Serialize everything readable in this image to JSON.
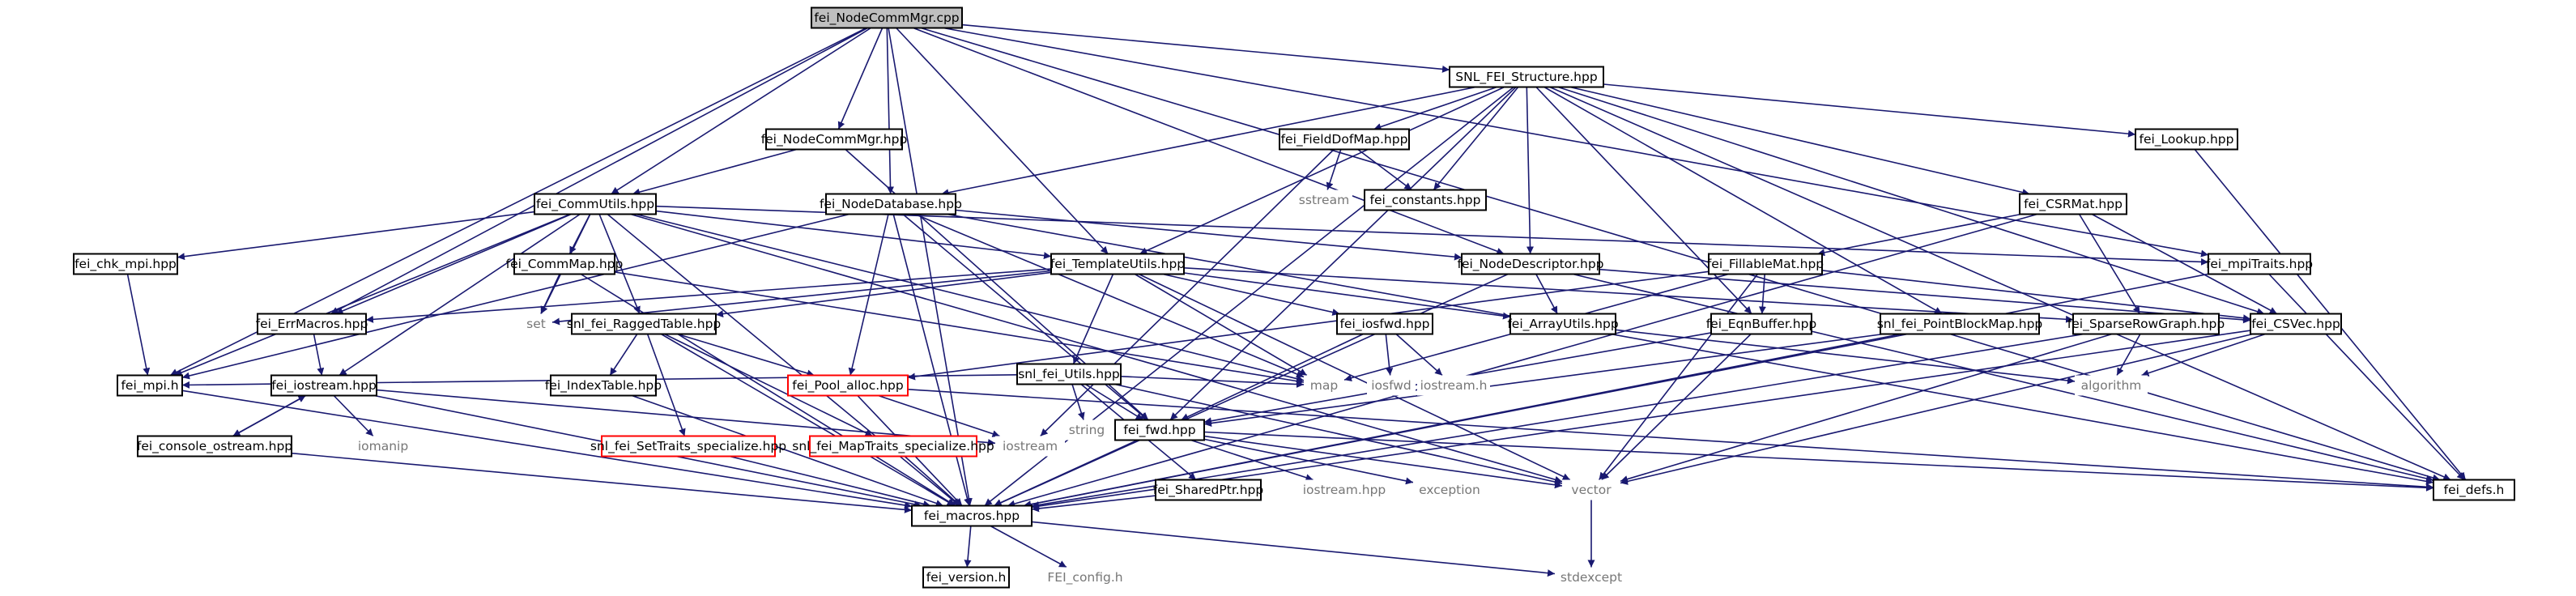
{
  "colors": {
    "edge": "#191970",
    "root_fill": "#bfbfbf",
    "box_stroke": "#000000",
    "red_stroke": "#ff0000",
    "text": "#000000",
    "gray_text": "#777777"
  },
  "nodes": {
    "nodecommmgr_cpp": "fei_NodeCommMgr.cpp",
    "snl_fei_structure": "SNL_FEI_Structure.hpp",
    "nodecommmgr_hpp": "fei_NodeCommMgr.hpp",
    "fielddofmap": "fei_FieldDofMap.hpp",
    "lookup": "fei_Lookup.hpp",
    "sstream": "sstream",
    "constants": "fei_constants.hpp",
    "commutils": "fei_CommUtils.hpp",
    "nodedatabase": "fei_NodeDatabase.hpp",
    "csrmat": "fei_CSRMat.hpp",
    "chk_mpi": "fei_chk_mpi.hpp",
    "commmap": "fei_CommMap.hpp",
    "templateutils": "fei_TemplateUtils.hpp",
    "nodedescriptor": "fei_NodeDescriptor.hpp",
    "fillablemat": "fei_FillableMat.hpp",
    "mpitraits": "fei_mpiTraits.hpp",
    "errmacros": "fei_ErrMacros.hpp",
    "set": "set",
    "raggedtable": "snl_fei_RaggedTable.hpp",
    "iosfwd_hpp": "fei_iosfwd.hpp",
    "arrayutils": "fei_ArrayUtils.hpp",
    "eqnbuffer": "fei_EqnBuffer.hpp",
    "pointblockmap": "snl_fei_PointBlockMap.hpp",
    "sparserowgraph": "fei_SparseRowGraph.hpp",
    "csvec": "fei_CSVec.hpp",
    "mpi_h": "fei_mpi.h",
    "iostream_hpp": "fei_iostream.hpp",
    "indextable": "fei_IndexTable.hpp",
    "snl_utils": "snl_fei_Utils.hpp",
    "pool_alloc": "fei_Pool_alloc.hpp",
    "map": "map",
    "iosfwd": "iosfwd",
    "iostream_h": "iostream.h",
    "algorithm": "algorithm",
    "string": "string",
    "fwd": "fei_fwd.hpp",
    "iomanip": "iomanip",
    "console_ostream": "fei_console_ostream.hpp",
    "settraits": "snl_fei_SetTraits_specialize.hpp",
    "maptraits": "snl_fei_MapTraits_specialize.hpp",
    "iostream": "iostream",
    "sharedptr": "fei_SharedPtr.hpp",
    "iostream_hpp2": "iostream.hpp",
    "exception": "exception",
    "vector": "vector",
    "defs": "fei_defs.h",
    "macros": "fei_macros.hpp",
    "version": "fei_version.h",
    "fei_config": "FEI_config.h",
    "stdexcept": "stdexcept"
  },
  "styles": {
    "nodecommmgr_cpp": "root",
    "sstream": "gray",
    "set": "gray",
    "map": "gray",
    "iosfwd": "gray",
    "iostream_h": "gray",
    "algorithm": "gray",
    "string": "gray",
    "iomanip": "gray",
    "iostream": "gray",
    "iostream_hpp2": "gray",
    "exception": "gray",
    "vector": "gray",
    "fei_config": "gray",
    "stdexcept": "gray",
    "pool_alloc": "red",
    "settraits": "red",
    "maptraits": "red"
  },
  "edges": [
    [
      "nodecommmgr_cpp",
      "snl_fei_structure"
    ],
    [
      "nodecommmgr_cpp",
      "nodecommmgr_hpp"
    ],
    [
      "nodecommmgr_cpp",
      "commutils"
    ],
    [
      "nodecommmgr_cpp",
      "nodedatabase"
    ],
    [
      "nodecommmgr_cpp",
      "templateutils"
    ],
    [
      "nodecommmgr_cpp",
      "nodedescriptor"
    ],
    [
      "nodecommmgr_cpp",
      "mpitraits"
    ],
    [
      "nodecommmgr_cpp",
      "errmacros"
    ],
    [
      "nodecommmgr_cpp",
      "mpi_h"
    ],
    [
      "nodecommmgr_cpp",
      "macros"
    ],
    [
      "nodecommmgr_cpp",
      "defs"
    ],
    [
      "snl_fei_structure",
      "fielddofmap"
    ],
    [
      "snl_fei_structure",
      "lookup"
    ],
    [
      "snl_fei_structure",
      "constants"
    ],
    [
      "snl_fei_structure",
      "nodedatabase"
    ],
    [
      "snl_fei_structure",
      "csrmat"
    ],
    [
      "snl_fei_structure",
      "templateutils"
    ],
    [
      "snl_fei_structure",
      "nodedescriptor"
    ],
    [
      "snl_fei_structure",
      "eqnbuffer"
    ],
    [
      "snl_fei_structure",
      "pointblockmap"
    ],
    [
      "snl_fei_structure",
      "csvec"
    ],
    [
      "snl_fei_structure",
      "fwd"
    ],
    [
      "snl_fei_structure",
      "macros"
    ],
    [
      "snl_fei_structure",
      "defs"
    ],
    [
      "nodecommmgr_hpp",
      "commutils"
    ],
    [
      "nodecommmgr_hpp",
      "fwd"
    ],
    [
      "fielddofmap",
      "sstream"
    ],
    [
      "fielddofmap",
      "constants"
    ],
    [
      "fielddofmap",
      "iostream"
    ],
    [
      "lookup",
      "defs"
    ],
    [
      "commutils",
      "chk_mpi"
    ],
    [
      "commutils",
      "commmap"
    ],
    [
      "commutils",
      "templateutils"
    ],
    [
      "commutils",
      "mpitraits"
    ],
    [
      "commutils",
      "errmacros"
    ],
    [
      "commutils",
      "set"
    ],
    [
      "commutils",
      "raggedtable"
    ],
    [
      "commutils",
      "iostream_hpp"
    ],
    [
      "commutils",
      "mpi_h"
    ],
    [
      "commutils",
      "vector"
    ],
    [
      "commutils",
      "macros"
    ],
    [
      "commutils",
      "map"
    ],
    [
      "nodedatabase",
      "nodedescriptor"
    ],
    [
      "nodedatabase",
      "fwd"
    ],
    [
      "nodedatabase",
      "pool_alloc"
    ],
    [
      "nodedatabase",
      "map"
    ],
    [
      "nodedatabase",
      "mpi_h"
    ],
    [
      "nodedatabase",
      "defs"
    ],
    [
      "nodedatabase",
      "macros"
    ],
    [
      "csrmat",
      "fillablemat"
    ],
    [
      "csrmat",
      "sparserowgraph"
    ],
    [
      "csrmat",
      "csvec"
    ],
    [
      "csrmat",
      "macros"
    ],
    [
      "chk_mpi",
      "mpi_h"
    ],
    [
      "commmap",
      "set"
    ],
    [
      "commmap",
      "map"
    ],
    [
      "commmap",
      "macros"
    ],
    [
      "templateutils",
      "set"
    ],
    [
      "templateutils",
      "map"
    ],
    [
      "templateutils",
      "raggedtable"
    ],
    [
      "templateutils",
      "errmacros"
    ],
    [
      "templateutils",
      "snl_utils"
    ],
    [
      "templateutils",
      "iosfwd_hpp"
    ],
    [
      "templateutils",
      "vector"
    ],
    [
      "templateutils",
      "arrayutils"
    ],
    [
      "templateutils",
      "sparserowgraph"
    ],
    [
      "nodedescriptor",
      "arrayutils"
    ],
    [
      "nodedescriptor",
      "csvec"
    ],
    [
      "nodedescriptor",
      "defs"
    ],
    [
      "nodedescriptor",
      "macros"
    ],
    [
      "fillablemat",
      "eqnbuffer"
    ],
    [
      "fillablemat",
      "map"
    ],
    [
      "fillablemat",
      "pool_alloc"
    ],
    [
      "fillablemat",
      "vector"
    ],
    [
      "fillablemat",
      "csvec"
    ],
    [
      "mpitraits",
      "defs"
    ],
    [
      "mpitraits",
      "macros"
    ],
    [
      "errmacros",
      "iostream_hpp"
    ],
    [
      "raggedtable",
      "indextable"
    ],
    [
      "raggedtable",
      "pool_alloc"
    ],
    [
      "raggedtable",
      "settraits"
    ],
    [
      "raggedtable",
      "maptraits"
    ],
    [
      "raggedtable",
      "macros"
    ],
    [
      "iosfwd_hpp",
      "iosfwd"
    ],
    [
      "iosfwd_hpp",
      "iostream_h"
    ],
    [
      "iosfwd_hpp",
      "fwd"
    ],
    [
      "arrayutils",
      "algorithm"
    ],
    [
      "eqnbuffer",
      "fwd"
    ],
    [
      "eqnbuffer",
      "vector"
    ],
    [
      "pointblockmap",
      "fwd"
    ],
    [
      "pointblockmap",
      "macros"
    ],
    [
      "sparserowgraph",
      "vector"
    ],
    [
      "sparserowgraph",
      "algorithm"
    ],
    [
      "sparserowgraph",
      "macros"
    ],
    [
      "csvec",
      "algorithm"
    ],
    [
      "csvec",
      "vector"
    ],
    [
      "csvec",
      "macros"
    ],
    [
      "mpi_h",
      "macros"
    ],
    [
      "iostream_hpp",
      "iomanip"
    ],
    [
      "iostream_hpp",
      "console_ostream"
    ],
    [
      "iostream_hpp",
      "iostream"
    ],
    [
      "iostream_hpp",
      "macros"
    ],
    [
      "indextable",
      "macros"
    ],
    [
      "snl_utils",
      "string"
    ],
    [
      "snl_utils",
      "map"
    ],
    [
      "snl_utils",
      "fwd"
    ],
    [
      "snl_utils",
      "mpi_h"
    ],
    [
      "snl_utils",
      "sharedptr"
    ],
    [
      "snl_utils",
      "vector"
    ],
    [
      "pool_alloc",
      "iostream"
    ],
    [
      "pool_alloc",
      "defs"
    ],
    [
      "pool_alloc",
      "macros"
    ],
    [
      "fwd",
      "iostream_hpp2"
    ],
    [
      "fwd",
      "exception"
    ],
    [
      "fwd",
      "vector"
    ],
    [
      "fwd",
      "macros"
    ],
    [
      "fwd",
      "defs"
    ],
    [
      "console_ostream",
      "iostream_hpp"
    ],
    [
      "console_ostream",
      "macros"
    ],
    [
      "settraits",
      "macros"
    ],
    [
      "maptraits",
      "macros"
    ],
    [
      "sharedptr",
      "macros"
    ],
    [
      "vector",
      "stdexcept"
    ],
    [
      "macros",
      "version"
    ],
    [
      "macros",
      "fei_config"
    ],
    [
      "macros",
      "stdexcept"
    ]
  ]
}
